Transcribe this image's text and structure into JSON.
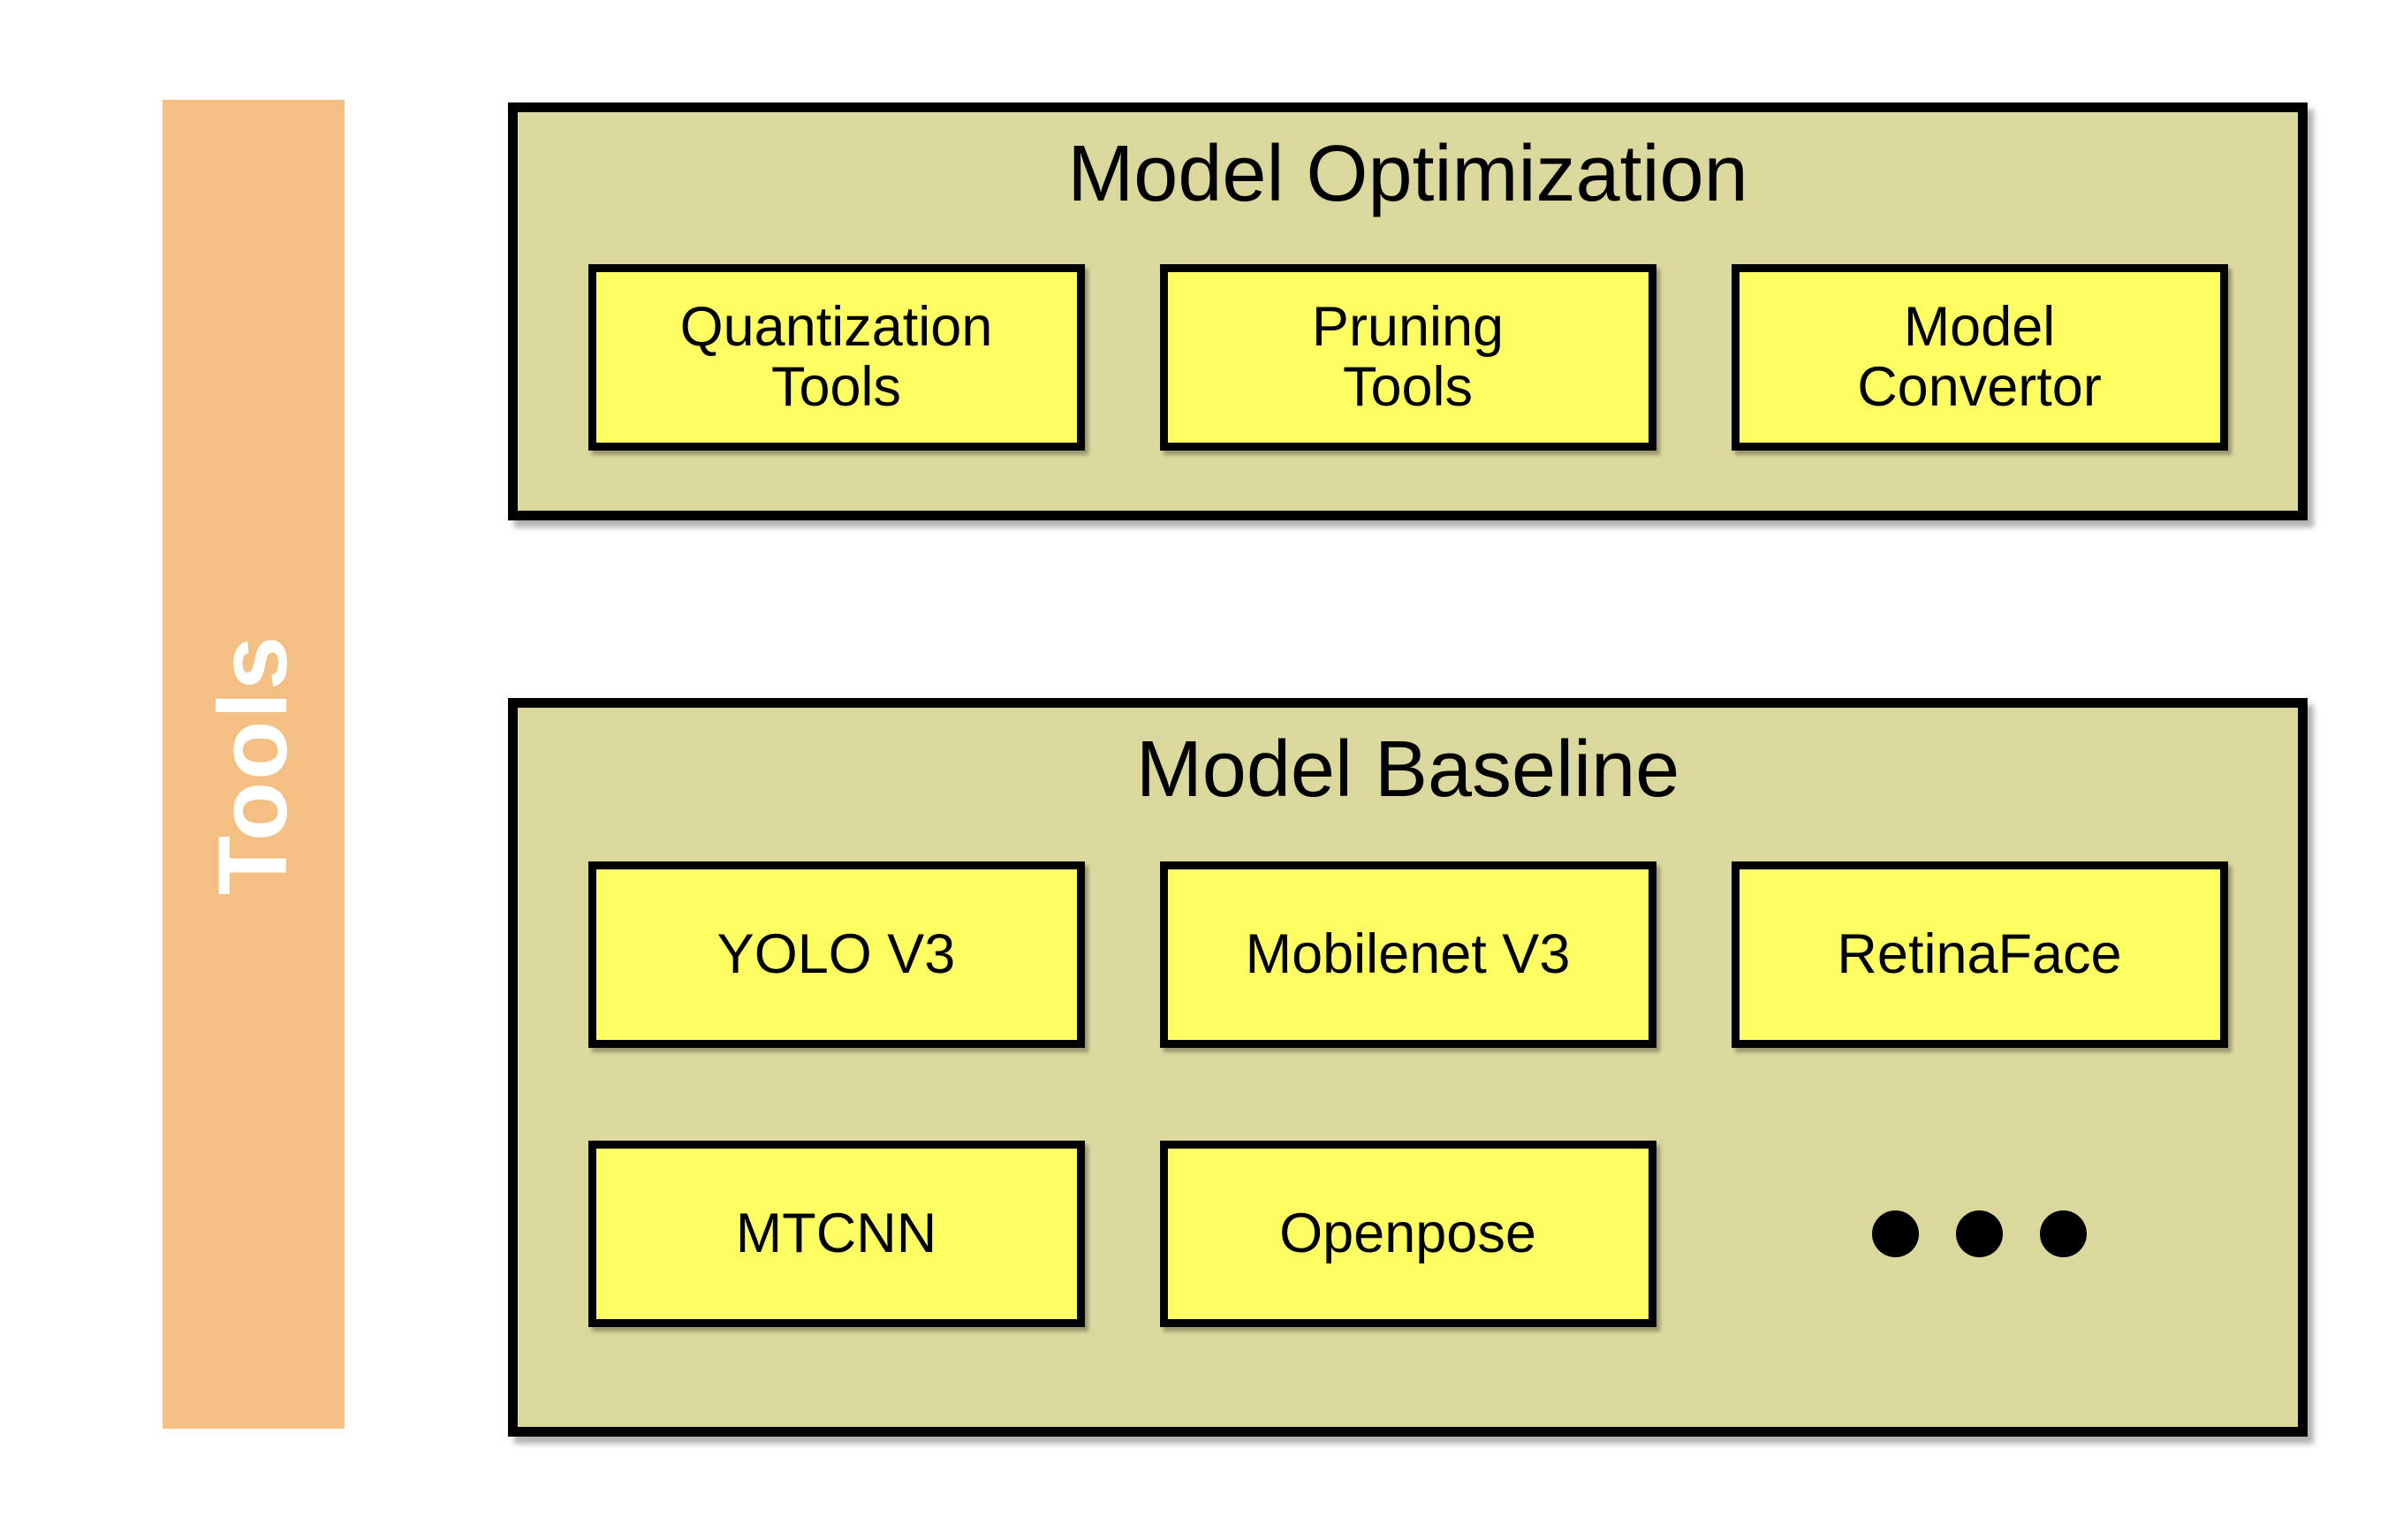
{
  "sidebar": {
    "label": "Tools"
  },
  "optimization_panel": {
    "title": "Model Optimization",
    "tools": [
      "Quantization\nTools",
      "Pruning\nTools",
      "Model\nConvertor"
    ]
  },
  "baseline_panel": {
    "title": "Model Baseline",
    "models_row1": [
      "YOLO V3",
      "Mobilenet V3",
      "RetinaFace"
    ],
    "models_row2": [
      "MTCNN",
      "Openpose"
    ],
    "ellipsis_icon": "three-dots-icon"
  },
  "colors": {
    "page_bg": "#FFFFFF",
    "sidebar_bg": "#F4BF83",
    "sidebar_text": "#FFFFFF",
    "panel_bg": "#DBD89E",
    "item_bg": "#FEFE62",
    "border": "#000000",
    "text": "#000000"
  }
}
